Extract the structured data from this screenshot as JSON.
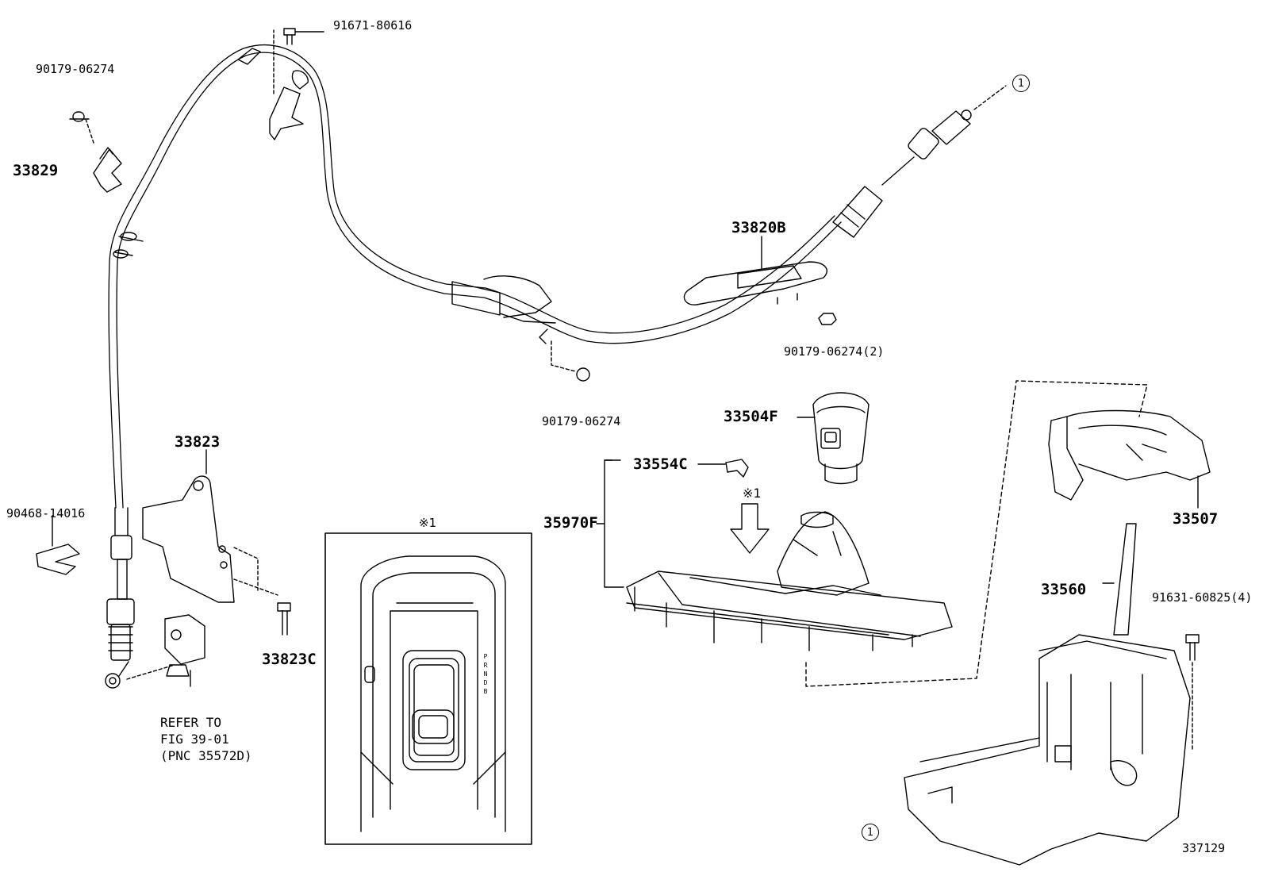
{
  "parts": {
    "p91671": "91671-80616",
    "p90179_top": "90179-06274",
    "p33829": "33829",
    "p33820B": "33820B",
    "p90179_2": "90179-06274(2)",
    "p90179_mid": "90179-06274",
    "p33504F": "33504F",
    "p33554C": "33554C",
    "p35970F": "35970F",
    "p33507": "33507",
    "p33560": "33560",
    "p91631": "91631-60825(4)",
    "p33823": "33823",
    "p90468": "90468-14016",
    "p33823C": "33823C"
  },
  "reference": {
    "line1": "REFER TO",
    "line2": "FIG 39-01",
    "line3": "(PNC 35572D)"
  },
  "markers": {
    "circle_1_top": "1",
    "circle_1_bottom": "1",
    "asterisk_note": "※1",
    "inset_title": "※1"
  },
  "shift_pattern": [
    "P",
    "R",
    "N",
    "D",
    "B"
  ],
  "figure_number": "337129"
}
